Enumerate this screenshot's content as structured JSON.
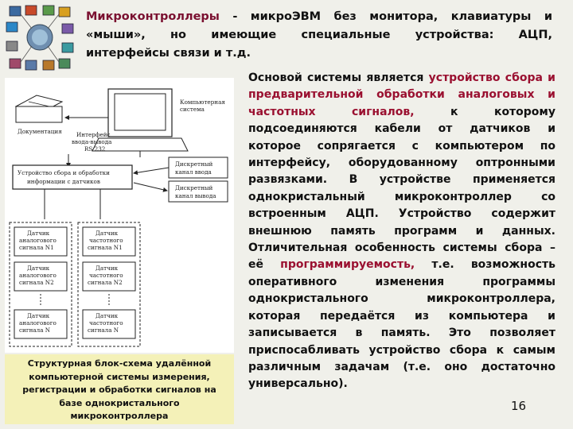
{
  "intro": {
    "term": "Микроконтроллеры",
    "line1_rest": " - микроЭВМ без монитора, клавиатуры и",
    "line2": "«мыши», но имеющие специальные устройства: АЦП,",
    "line3": "интерфейсы связи и т.д."
  },
  "body": {
    "p1": "Основой системы является ",
    "hl1": "устройство сбора и предварительной обработки аналоговых и частотных сигналов,",
    "p2": " к которому подсоединяются кабели от датчиков и которое сопрягается с компьютером по интерфейсу, оборудованному оптронными развязками. В устройстве применяется однокристальный микроконтроллер со встроенным АЦП. Устройство содержит внешнюю память программ и данных. Отличительная особенность системы сбора – её ",
    "hl2": "программируемость,",
    "p3": " т.е. возможность оперативного изменения программы однокристального микроконтроллера, которая передаётся из компьютера и записывается в память. Это позволяет приспосабливать устройство сбора к самым различным задачам (т.е. оно достаточно универсально)."
  },
  "diagram": {
    "computer": [
      "Компьютерная",
      "система"
    ],
    "documentation": "Документация",
    "interface": [
      "Интерфейс",
      "ввода-вывода",
      "RS 232"
    ],
    "input_channel": [
      "Дискретный",
      "канал ввода"
    ],
    "output_channel": [
      "Дискретный",
      "канал вывода"
    ],
    "device": [
      "Устройство сбора и обработки",
      "информации с датчиков"
    ],
    "analog_sensors": [
      [
        "Датчик",
        "аналогового",
        "сигнала N1"
      ],
      [
        "Датчик",
        "аналогового",
        "сигнала N2"
      ],
      [
        "Датчик",
        "аналогового",
        "сигнала N"
      ]
    ],
    "freq_sensors": [
      [
        "Датчик",
        "частотного",
        "сигнала N1"
      ],
      [
        "Датчик",
        "частотного",
        "сигнала N2"
      ],
      [
        "Датчик",
        "частотного",
        "сигнала N"
      ]
    ]
  },
  "caption": [
    "Структурная блок-схема удалённой",
    "компьютерной системы измерения,",
    "регистрации и обработки сигналов на",
    "базе однокристального",
    "микроконтроллера"
  ],
  "page_number": "16",
  "colors": {
    "term": "#7a1030",
    "highlight": "#9a1030",
    "caption_bg": "#f4f1b8"
  },
  "icons": [
    "computer-icons-logo"
  ]
}
